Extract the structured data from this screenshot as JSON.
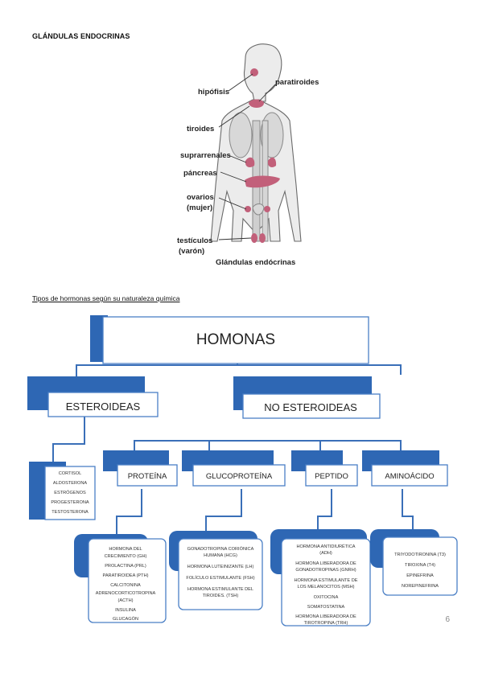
{
  "page": {
    "heading": "GLÁNDULAS ENDOCRINAS",
    "subheading": "Tipos de hormonas según su naturaleza química",
    "page_number": "6"
  },
  "figure": {
    "labels": {
      "hipofisis": "hipófisis",
      "paratiroides": "paratiroides",
      "tiroides": "tiroides",
      "suprarrenales": "suprarrenales",
      "pancreas": "páncreas",
      "ovarios_1": "ovarios",
      "ovarios_2": "(mujer)",
      "testiculos_1": "testículos",
      "testiculos_2": "(varón)",
      "caption": "Glándulas endócrinas"
    }
  },
  "diagram": {
    "root": "HOMONAS",
    "branch_left": "ESTEROIDEAS",
    "branch_right": "NO ESTEROIDEAS",
    "steroids": [
      "CORTISOL",
      "ALDOSTERONA",
      "ESTRÓGENOS",
      "PROGESTERONA",
      "TESTOSTERONA"
    ],
    "categories": {
      "proteina": "PROTEÍNA",
      "glucoproteina": "GLUCOPROTEÍNA",
      "peptido": "PEPTIDO",
      "aminoacido": "AMINOÁCIDO"
    },
    "proteina_list": [
      "HORMONA DEL",
      "CRECIMIENTO (GH)",
      "PROLACTINA (PRL)",
      "PARATIROIDEA (PTH)",
      "CALCITONINA",
      "ADRENOCORTICOTROPINA",
      "(ACTH)",
      "INSULINA",
      "GLUCAGÓN"
    ],
    "glucoproteina_list": [
      "GONADOTROPINA CORIÓNICA",
      "HUMANA (HCG)",
      "HORMONA LUTEINIZANTE (LH)",
      "FOLÍCULO ESTIMULANTE (FSH)",
      "HORMONA ESTIMULANTE DEL",
      "TIROIDES. (TSH)"
    ],
    "peptido_list": [
      "HORMONA ANTIDIURÉTICA",
      "(ADH)",
      "HORMONA LIBERADORA DE",
      "GONADOTROPINAS (GNRH)",
      "HORMONA ESTIMULANTE DE",
      "LOS MELANOCITOS (MSH)",
      "OXITOCINA",
      "SOMATOSTATINA",
      "HORMONA LIBERADORA DE",
      "TIROTROPINA (TRH)"
    ],
    "aminoacido_list": [
      "TRIYODOTIRONINA (T3)",
      "TIROXINA (T4)",
      "EPINEFRINA",
      "NOREPINEFRINA"
    ]
  }
}
